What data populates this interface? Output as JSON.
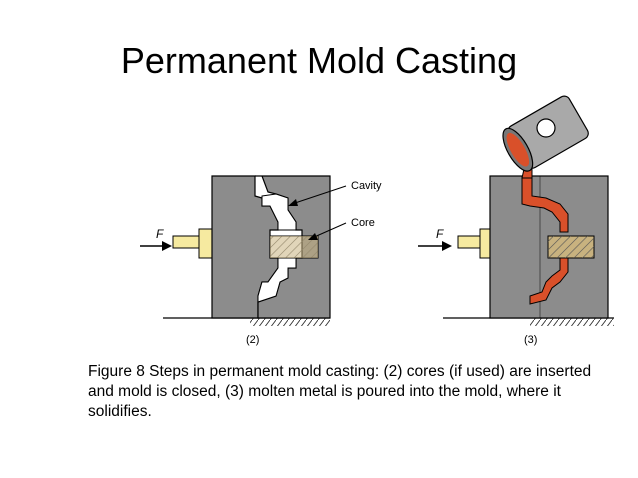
{
  "title": "Permanent Mold Casting",
  "figure": {
    "step2": {
      "label": "(2)",
      "force_label": "F",
      "cavity_label": "Cavity",
      "core_label": "Core"
    },
    "step3": {
      "label": "(3)",
      "force_label": "F"
    }
  },
  "caption": "Figure 8  Steps in permanent mold casting: (2) cores (if used) are inserted and mold is closed, (3) molten metal is poured into the mold, where it solidifies.",
  "colors": {
    "mold": "#8c8c8c",
    "piston": "#f6eaa0",
    "core": "#c8b27f",
    "molten": "#d9502a",
    "ladle": "#a9a9a9"
  }
}
